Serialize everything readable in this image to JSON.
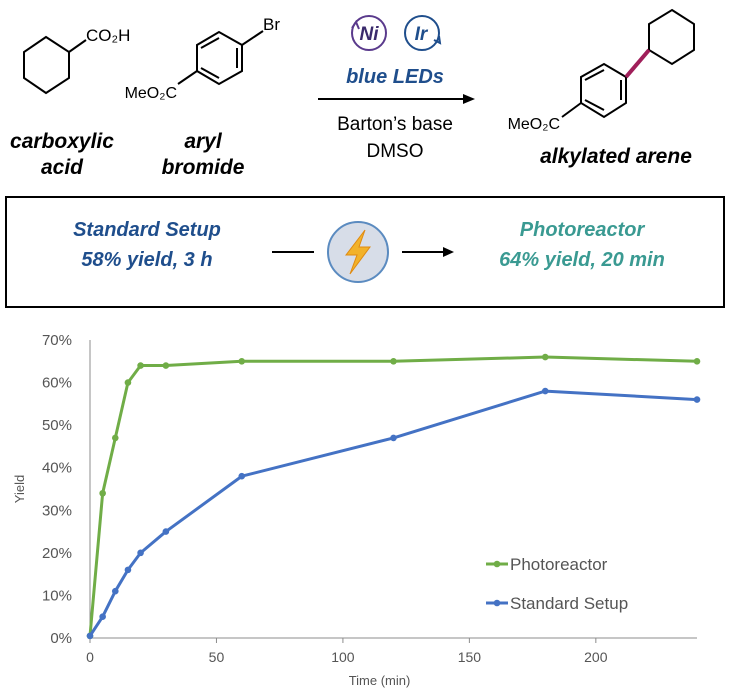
{
  "scheme": {
    "reactant1_group": "CO₂H",
    "reactant1_label": [
      "carboxylic",
      "acid"
    ],
    "reactant2_group_top": "Br",
    "reactant2_group_left": "MeO₂C",
    "reactant2_label": [
      "aryl",
      "bromide"
    ],
    "catalyst1": "Ni",
    "catalyst2": "Ir",
    "light": "blue LEDs",
    "conditions": [
      "Barton’s base",
      "DMSO"
    ],
    "product_group": "MeO₂C",
    "product_label": "alkylated arene",
    "colors": {
      "catalyst": "#1f4e8c",
      "ni_ring": "#5a3a8c",
      "bond": "#a01f5a",
      "light": "#1f4e8c"
    }
  },
  "comparison": {
    "standard": {
      "title": "Standard Setup",
      "result": "58% yield, 3 h",
      "color": "#1f4e8c"
    },
    "photoreactor": {
      "title": "Photoreactor",
      "result": "64% yield, 20 min",
      "color": "#3a9a92"
    },
    "icon": "lightning-bolt-icon"
  },
  "chart_data": {
    "type": "line",
    "xlabel": "Time (min)",
    "ylabel": "Yield",
    "xlim": [
      0,
      240
    ],
    "ylim": [
      0,
      70
    ],
    "xticks": [
      0,
      50,
      100,
      150,
      200
    ],
    "yticks": [
      0,
      10,
      20,
      30,
      40,
      50,
      60,
      70
    ],
    "ytick_format": "percent",
    "grid": false,
    "legend": "bottom-right",
    "series": [
      {
        "name": "Photoreactor",
        "color": "#70ad47",
        "x": [
          0,
          5,
          10,
          15,
          20,
          30,
          60,
          120,
          180,
          240
        ],
        "y": [
          0.5,
          34,
          47,
          60,
          64,
          64,
          65,
          65,
          66,
          65
        ]
      },
      {
        "name": "Standard Setup",
        "color": "#4472c4",
        "x": [
          0,
          5,
          10,
          15,
          20,
          30,
          60,
          120,
          180,
          240
        ],
        "y": [
          0.5,
          5,
          11,
          16,
          20,
          25,
          38,
          47,
          58,
          56
        ]
      }
    ]
  }
}
